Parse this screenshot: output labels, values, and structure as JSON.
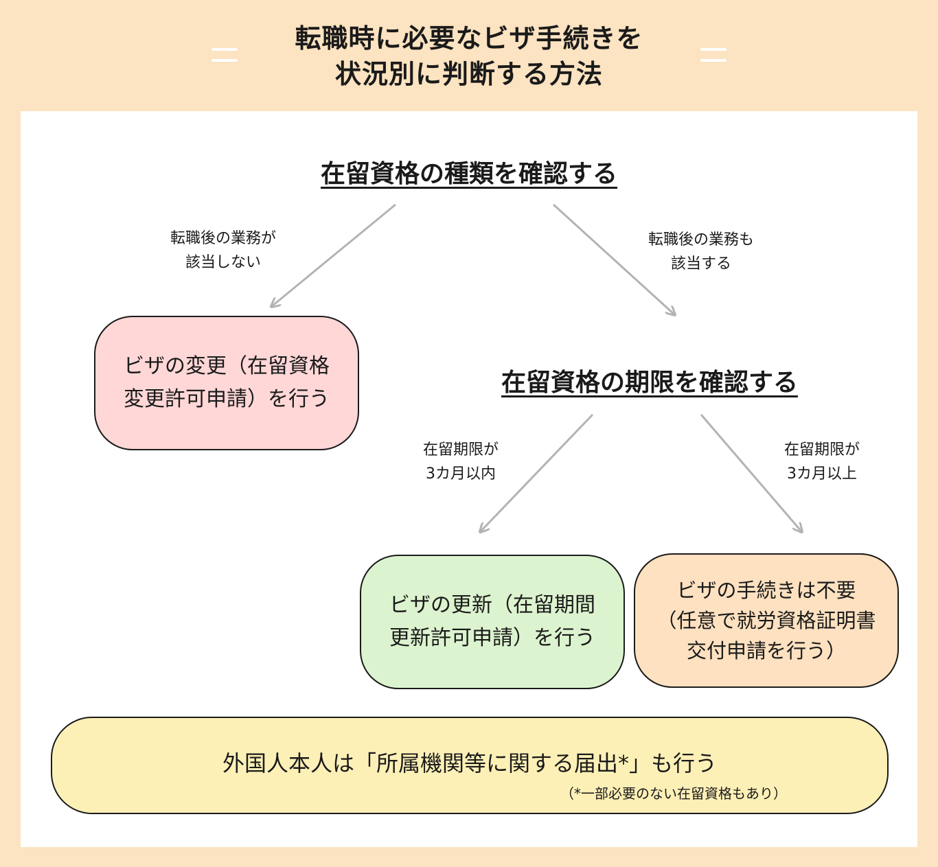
{
  "header": {
    "title_line1": "転職時に必要なビザ手続きを",
    "title_line2": "状況別に判断する方法"
  },
  "flow": {
    "step1_heading": "在留資格の種類を確認する",
    "left_condition_line1": "転職後の業務が",
    "left_condition_line2": "該当しない",
    "right_condition_line1": "転職後の業務も",
    "right_condition_line2": "該当する",
    "change_box": "ビザの変更（在留資格\n変更許可申請）を行う",
    "step2_heading": "在留資格の期限を確認する",
    "within_condition_line1": "在留期限が",
    "within_condition_line2": "3カ月以内",
    "over_condition_line1": "在留期限が",
    "over_condition_line2": "3カ月以上",
    "renew_box": "ビザの更新（在留期間\n更新許可申請）を行う",
    "none_box": "ビザの手続きは不要\n（任意で就労資格証明書\n交付申請を行う）",
    "notice_main": "外国人本人は「所属機関等に関する届出*」も行う",
    "notice_sub": "（*一部必要のない在留資格もあり）"
  },
  "colors": {
    "background": "#fce3c1",
    "panel": "#ffffff",
    "change_box": "#ffd7d7",
    "renew_box": "#dcf3cf",
    "none_box": "#fde1c0",
    "notice_box": "#fdf0b7",
    "arrow": "#b3b3b3"
  }
}
